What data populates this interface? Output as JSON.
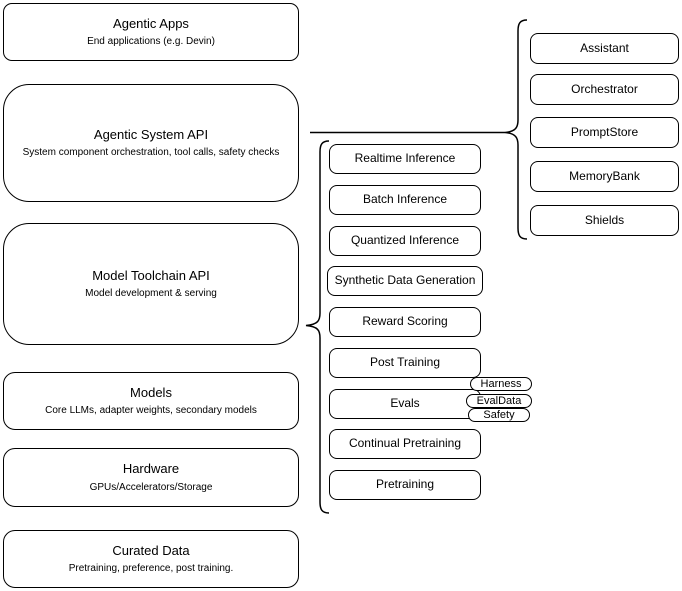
{
  "diagram": {
    "colors": {
      "stroke": "#000000",
      "fill": "#ffffff"
    },
    "layers": [
      {
        "title": "Agentic Apps",
        "subtitle": "End applications (e.g. Devin)"
      },
      {
        "title": "Agentic System API",
        "subtitle": "System component orchestration, tool calls, safety checks"
      },
      {
        "title": "Model Toolchain API",
        "subtitle": "Model development & serving"
      },
      {
        "title": "Models",
        "subtitle": "Core LLMs, adapter weights, secondary models"
      },
      {
        "title": "Hardware",
        "subtitle": "GPUs/Accelerators/Storage"
      },
      {
        "title": "Curated Data",
        "subtitle": "Pretraining, preference, post training."
      }
    ],
    "toolchain": {
      "items": [
        "Realtime Inference",
        "Batch Inference",
        "Quantized Inference",
        "Synthetic Data Generation",
        "Reward Scoring",
        "Post Training",
        "Evals",
        "Continual Pretraining",
        "Pretraining"
      ],
      "eval_tags": [
        "Harness",
        "EvalData",
        "Safety"
      ]
    },
    "system_components": {
      "items": [
        "Assistant",
        "Orchestrator",
        "PromptStore",
        "MemoryBank",
        "Shields"
      ]
    }
  }
}
